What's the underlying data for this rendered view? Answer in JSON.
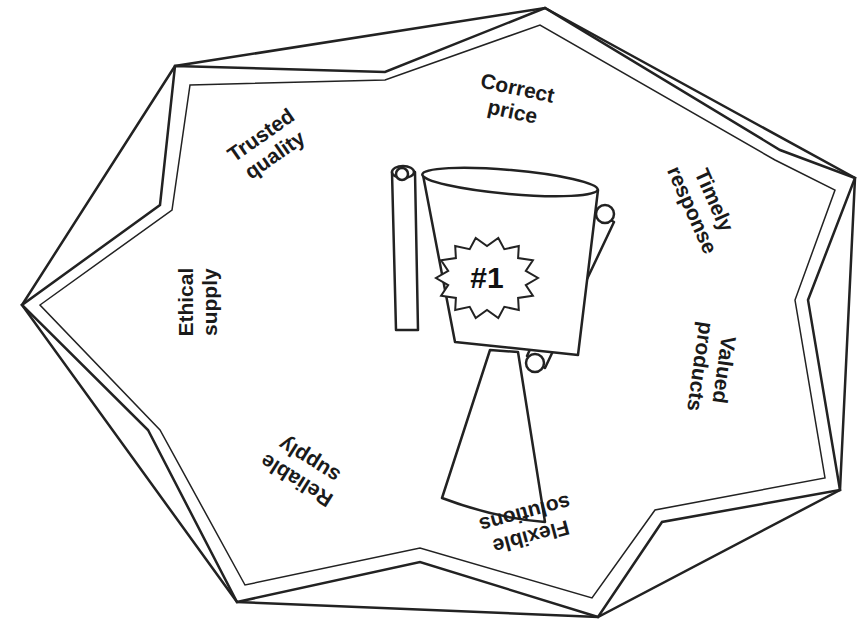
{
  "diagram": {
    "nodes": [
      {
        "text": [
          "Trusted quality",
          "Correct price",
          "Timely response",
          "Valued products",
          "Flexible solutions",
          "Reliable supply",
          "Ethical supply"
        ]
      },
      {
        "text": [
          "#1"
        ],
        "in": 0
      }
    ]
  }
}
